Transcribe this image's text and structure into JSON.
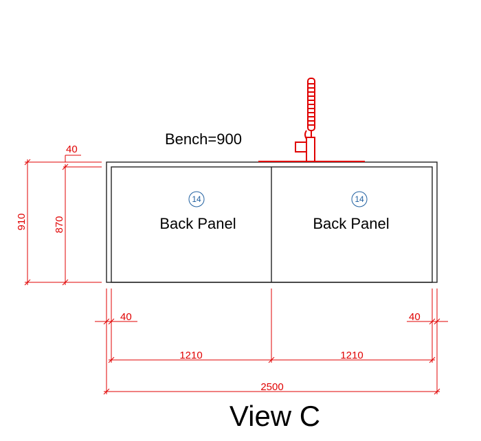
{
  "drawing": {
    "bench_label": "Bench=900",
    "title": "View C",
    "panels": [
      {
        "tag": "14",
        "label": "Back Panel"
      },
      {
        "tag": "14",
        "label": "Back Panel"
      }
    ],
    "dimensions": {
      "overall_height": "910",
      "panel_height": "870",
      "top_thickness": "40",
      "left_end": "40",
      "right_end": "40",
      "left_width": "1210",
      "right_width": "1210",
      "overall_width": "2500"
    },
    "colors": {
      "dimension": "#e00000",
      "outline": "#222222",
      "tag": "#1f5fa0"
    }
  }
}
